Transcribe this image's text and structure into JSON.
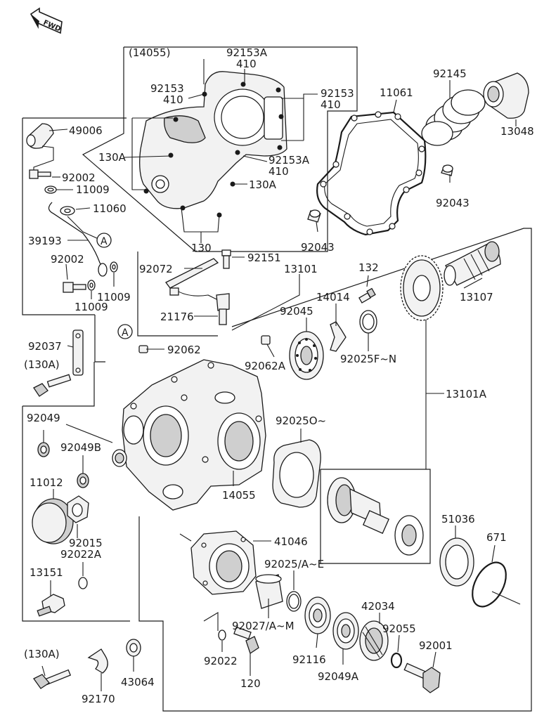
{
  "direction_marker": "FWD",
  "callout_marker": "A",
  "labels": {
    "l14055a": "(14055)",
    "l92153a_top": "92153A",
    "l410_a": "410",
    "l92153_l": "92153",
    "l410_b": "410",
    "l92153_r": "92153",
    "l410_c": "410",
    "l130a_1": "130A",
    "l92153a_b": "92153A",
    "l410_d": "410",
    "l130a_2": "130A",
    "l130": "130",
    "l11061": "11061",
    "l92145": "92145",
    "l13048": "13048",
    "l92043a": "92043",
    "l92043b": "92043",
    "l49006": "49006",
    "l92002a": "92002",
    "l11009a": "11009",
    "l11060": "11060",
    "l39193": "39193",
    "l92002b": "92002",
    "l11009b": "11009",
    "l11009c": "11009",
    "l92072": "92072",
    "l92151": "92151",
    "l13101": "13101",
    "l132": "132",
    "l13107": "13107",
    "l21176": "21176",
    "l92045": "92045",
    "l14014": "14014",
    "l92025fn": "92025F~N",
    "l92037": "92037",
    "l130a_3": "(130A)",
    "l92062": "92062",
    "l92062a": "92062A",
    "l13101a": "13101A",
    "l92049": "92049",
    "l92049b": "92049B",
    "l92025o": "92025O~",
    "l11012": "11012",
    "l14055": "14055",
    "l92015": "92015",
    "l92022a": "92022A",
    "l51036": "51036",
    "l671": "671",
    "l41046": "41046",
    "l13151": "13151",
    "l92025ae": "92025/A~E",
    "l42034": "42034",
    "l92027": "92027/A~M",
    "l92055": "92055",
    "l92001": "92001",
    "l130a_4": "(130A)",
    "l92022": "92022",
    "l92116": "92116",
    "l92049a": "92049A",
    "l43064": "43064",
    "l120": "120",
    "l92170": "92170"
  }
}
